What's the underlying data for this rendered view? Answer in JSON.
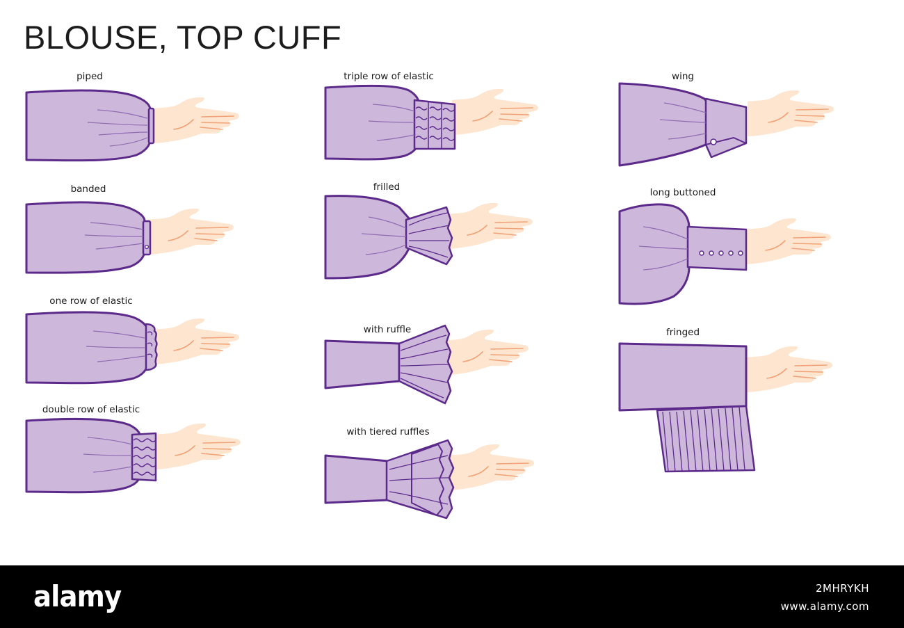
{
  "title": "BLOUSE, TOP CUFF",
  "colors": {
    "fabric": "#cdb8dc",
    "outline": "#5c2a8a",
    "skin": "#fde5cf",
    "skin_line": "#f0a276",
    "footer_bg": "#000000"
  },
  "cuffs": [
    {
      "id": "piped",
      "label": "piped"
    },
    {
      "id": "banded",
      "label": "banded"
    },
    {
      "id": "one-row-elastic",
      "label": "one row of elastic"
    },
    {
      "id": "double-row-elastic",
      "label": "double row of elastic"
    },
    {
      "id": "triple-row-elastic",
      "label": "triple row of elastic"
    },
    {
      "id": "frilled",
      "label": "frilled"
    },
    {
      "id": "with-ruffle",
      "label": "with ruffle"
    },
    {
      "id": "with-tiered-ruffles",
      "label": "with tiered ruffles"
    },
    {
      "id": "wing",
      "label": "wing"
    },
    {
      "id": "long-buttoned",
      "label": "long buttoned"
    },
    {
      "id": "fringed",
      "label": "fringed"
    }
  ],
  "footer": {
    "logo": "alamy",
    "image_id": "2MHRYKH",
    "url": "www.alamy.com"
  }
}
